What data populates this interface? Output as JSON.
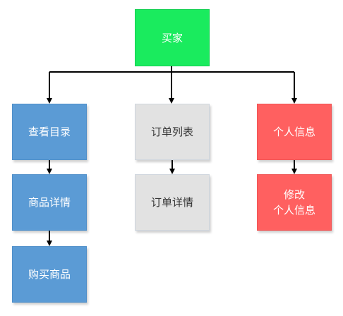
{
  "diagram": {
    "root": {
      "label": "买家"
    },
    "columns": [
      {
        "id": "catalog",
        "color": "#5b9bd5",
        "nodes": [
          {
            "label": "查看目录"
          },
          {
            "label": "商品详情"
          },
          {
            "label": "购买商品"
          }
        ]
      },
      {
        "id": "orders",
        "color": "#e2e2e2",
        "nodes": [
          {
            "label": "订单列表"
          },
          {
            "label": "订单详情"
          }
        ]
      },
      {
        "id": "profile",
        "color": "#ff6060",
        "nodes": [
          {
            "label": "个人信息"
          },
          {
            "label": "修改\n个人信息"
          }
        ]
      }
    ],
    "colors": {
      "root": "#1aeb5e",
      "connector": "#000000"
    }
  }
}
